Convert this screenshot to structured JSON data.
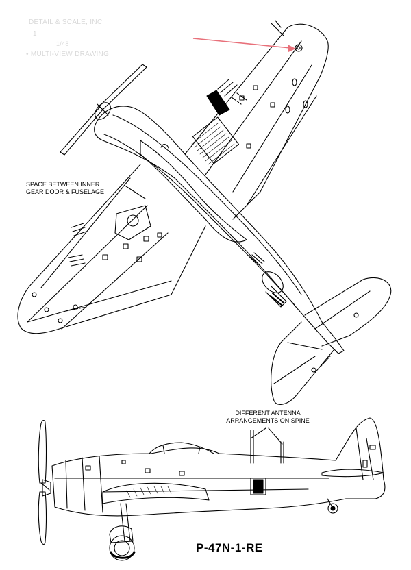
{
  "header": {
    "faint_line_1": "DETAIL & SCALE, INC",
    "faint_line_2": "1",
    "faint_line_3": "1/48",
    "faint_line_4": "• MULTI-VIEW DRAWING"
  },
  "callouts": {
    "gear_door_line_1": "SPACE BETWEEN INNER",
    "gear_door_line_2": "GEAR DOOR & FUSELAGE",
    "antenna_line_1": "DIFFERENT ANTENNA",
    "antenna_line_2": "ARRANGEMENTS ON SPINE"
  },
  "caption": "P-47N-1-RE",
  "colors": {
    "line": "#000000",
    "arrow": "#e8707a",
    "faint_text": "#d9d9d9"
  }
}
